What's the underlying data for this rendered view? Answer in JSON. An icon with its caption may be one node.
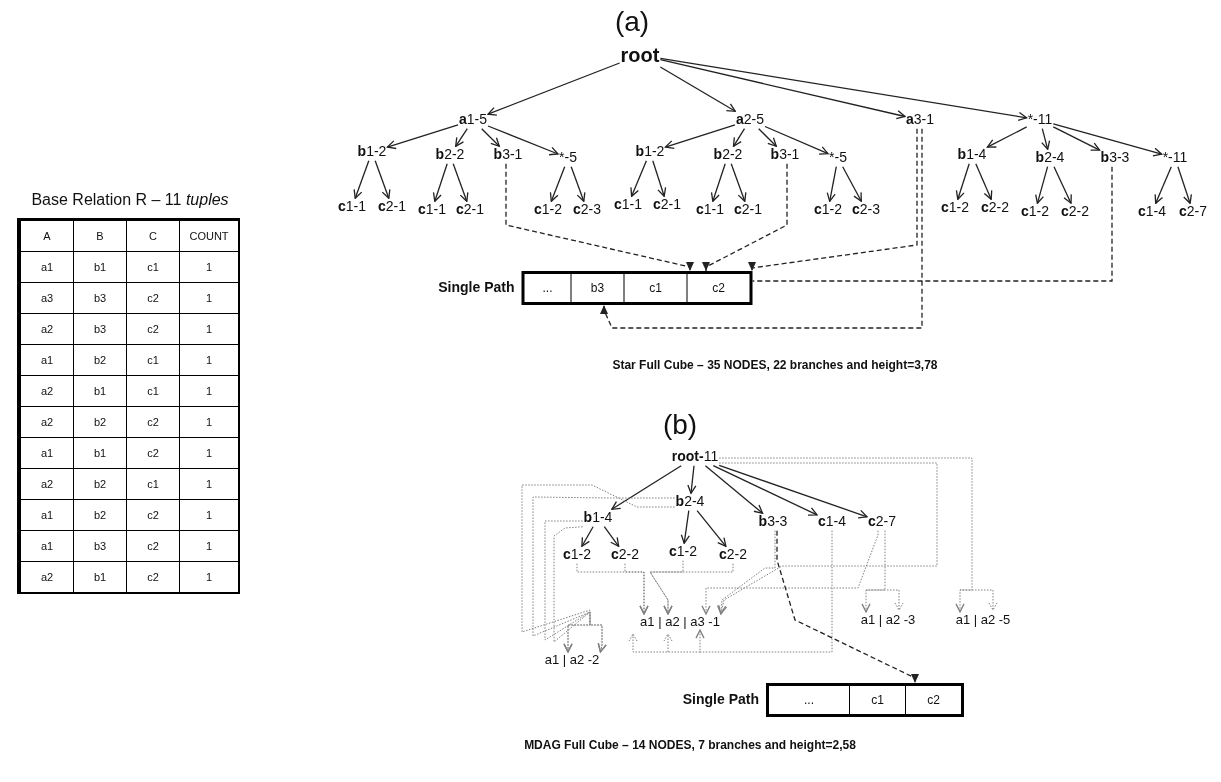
{
  "diagram": {
    "nodes": [
      {
        "text": [
          "root"
        ]
      },
      {
        "text": [
          "**a**1-5"
        ]
      },
      {
        "text": [
          "**b**1-2"
        ]
      },
      {
        "text": [
          "**b**2-2"
        ]
      },
      {
        "text": [
          "**b**3-1"
        ]
      },
      {
        "text": [
          "*-5"
        ]
      },
      {
        "text": [
          "**c**1-1"
        ]
      },
      {
        "text": [
          "**c**2-1"
        ]
      },
      {
        "text": [
          "**c**1-1"
        ]
      },
      {
        "text": [
          "**c**2-1"
        ]
      },
      {
        "text": [
          "**c**1-2"
        ]
      },
      {
        "text": [
          "**c**2-3"
        ]
      },
      {
        "text": [
          "**a**2-5"
        ]
      },
      {
        "text": [
          "**b**1-2"
        ]
      },
      {
        "text": [
          "**b**2-2"
        ]
      },
      {
        "text": [
          "**b**3-1"
        ]
      },
      {
        "text": [
          "*-5"
        ]
      },
      {
        "text": [
          "**c**1-1"
        ]
      },
      {
        "text": [
          "**c**2-1"
        ]
      },
      {
        "text": [
          "**c**1-1"
        ]
      },
      {
        "text": [
          "**c**2-1"
        ]
      },
      {
        "text": [
          "**c**1-2"
        ]
      },
      {
        "text": [
          "**c**2-3"
        ]
      },
      {
        "text": [
          "**a**3-1"
        ]
      },
      {
        "text": [
          "*-11"
        ]
      },
      {
        "text": [
          "**b**1-4"
        ]
      },
      {
        "text": [
          "**b**2-4"
        ]
      },
      {
        "text": [
          "**b**3-3"
        ]
      },
      {
        "text": [
          "*-11"
        ]
      },
      {
        "text": [
          "**c**1-2"
        ]
      },
      {
        "text": [
          "**c**2-2"
        ]
      },
      {
        "text": [
          "**c**1-2"
        ]
      },
      {
        "text": [
          "**c**2-2"
        ]
      },
      {
        "text": [
          "**c**1-4"
        ]
      },
      {
        "text": [
          "**c**2-7"
        ]
      },
      {
        "text": [
          "...",
          "b3",
          "c1",
          "c2"
        ],
        "beside": [
          "Single Path"
        ]
      },
      {
        "text": [
          "**root-**11"
        ]
      },
      {
        "text": [
          "**b**1-4"
        ]
      },
      {
        "text": [
          "**b**2-4"
        ]
      },
      {
        "text": [
          "**b**3-3"
        ]
      },
      {
        "text": [
          "**c**1-4"
        ]
      },
      {
        "text": [
          "**c**2-7"
        ]
      },
      {
        "text": [
          "**c**1-2"
        ]
      },
      {
        "text": [
          "**c**2-2"
        ]
      },
      {
        "text": [
          "**c**1-2"
        ]
      },
      {
        "text": [
          "**c**2-2"
        ]
      },
      {
        "text": [
          "a1 | a2 | a3 -1"
        ]
      },
      {
        "text": [
          "a1 | a2 -3"
        ]
      },
      {
        "text": [
          "a1 | a2 -5"
        ]
      },
      {
        "text": [
          "a1 | a2 -2"
        ]
      },
      {
        "text": [
          "...",
          "c1",
          "c2"
        ],
        "beside": [
          "Single Path"
        ]
      }
    ],
    "edges": [
      {
        "from": 0,
        "to": 1,
        "arrow": "to"
      },
      {
        "from": 0,
        "to": 12,
        "arrow": "to"
      },
      {
        "from": 0,
        "to": 23,
        "arrow": "to"
      },
      {
        "from": 0,
        "to": 24,
        "arrow": "to"
      },
      {
        "from": 1,
        "to": 2,
        "arrow": "to"
      },
      {
        "from": 1,
        "to": 3,
        "arrow": "to"
      },
      {
        "from": 1,
        "to": 4,
        "arrow": "to"
      },
      {
        "from": 1,
        "to": 5,
        "arrow": "to"
      },
      {
        "from": 2,
        "to": 6,
        "arrow": "to"
      },
      {
        "from": 2,
        "to": 7,
        "arrow": "to"
      },
      {
        "from": 3,
        "to": 8,
        "arrow": "to"
      },
      {
        "from": 3,
        "to": 9,
        "arrow": "to"
      },
      {
        "from": 5,
        "to": 10,
        "arrow": "to"
      },
      {
        "from": 5,
        "to": 11,
        "arrow": "to"
      },
      {
        "from": 12,
        "to": 13,
        "arrow": "to"
      },
      {
        "from": 12,
        "to": 14,
        "arrow": "to"
      },
      {
        "from": 12,
        "to": 15,
        "arrow": "to"
      },
      {
        "from": 12,
        "to": 16,
        "arrow": "to"
      },
      {
        "from": 13,
        "to": 17,
        "arrow": "to"
      },
      {
        "from": 13,
        "to": 18,
        "arrow": "to"
      },
      {
        "from": 14,
        "to": 19,
        "arrow": "to"
      },
      {
        "from": 14,
        "to": 20,
        "arrow": "to"
      },
      {
        "from": 16,
        "to": 21,
        "arrow": "to"
      },
      {
        "from": 16,
        "to": 22,
        "arrow": "to"
      },
      {
        "from": 24,
        "to": 25,
        "arrow": "to"
      },
      {
        "from": 24,
        "to": 26,
        "arrow": "to"
      },
      {
        "from": 24,
        "to": 27,
        "arrow": "to"
      },
      {
        "from": 24,
        "to": 28,
        "arrow": "to"
      },
      {
        "from": 25,
        "to": 29,
        "arrow": "to"
      },
      {
        "from": 25,
        "to": 30,
        "arrow": "to"
      },
      {
        "from": 26,
        "to": 31,
        "arrow": "to"
      },
      {
        "from": 26,
        "to": 32,
        "arrow": "to"
      },
      {
        "from": 28,
        "to": 33,
        "arrow": "to"
      },
      {
        "from": 28,
        "to": 34,
        "arrow": "to"
      },
      {
        "from": 4,
        "to": 35,
        "arrow": "to",
        "style": "dashed"
      },
      {
        "from": 15,
        "to": 35,
        "arrow": "to",
        "style": "dashed"
      },
      {
        "from": 23,
        "to": 35,
        "arrow": "to",
        "style": "dashed"
      },
      {
        "from": 23,
        "to": 35,
        "arrow": "to",
        "style": "dashed"
      },
      {
        "from": 27,
        "to": 35,
        "arrow": "to",
        "style": "dashed"
      },
      {
        "from": 36,
        "to": 37,
        "arrow": "to"
      },
      {
        "from": 36,
        "to": 38,
        "arrow": "to"
      },
      {
        "from": 36,
        "to": 39,
        "arrow": "to"
      },
      {
        "from": 36,
        "to": 40,
        "arrow": "to"
      },
      {
        "from": 36,
        "to": 41,
        "arrow": "to"
      },
      {
        "from": 37,
        "to": 42,
        "arrow": "to"
      },
      {
        "from": 37,
        "to": 43,
        "arrow": "to"
      },
      {
        "from": 38,
        "to": 44,
        "arrow": "to"
      },
      {
        "from": 38,
        "to": 45,
        "arrow": "to"
      },
      {
        "from": 42,
        "to": 46,
        "arrow": "to",
        "style": "dashed",
        "color": "#808080"
      },
      {
        "from": 43,
        "to": 46,
        "arrow": "to",
        "style": "dashed",
        "color": "#808080"
      },
      {
        "from": 44,
        "to": 46,
        "arrow": "to",
        "style": "dashed",
        "color": "#808080"
      },
      {
        "from": 45,
        "to": 46,
        "arrow": "to",
        "style": "dashed",
        "color": "#808080"
      },
      {
        "from": 39,
        "to": 46,
        "arrow": "to",
        "style": "dashed",
        "color": "#808080"
      },
      {
        "from": 41,
        "to": 46,
        "arrow": "to",
        "style": "dashed",
        "color": "#808080"
      },
      {
        "from": 40,
        "to": 46,
        "arrow": "to",
        "style": "dashed",
        "color": "#808080"
      },
      {
        "from": 36,
        "to": 46,
        "arrow": "to",
        "style": "dashed",
        "color": "#808080"
      },
      {
        "from": 41,
        "to": 47,
        "arrow": "to",
        "style": "dashed",
        "color": "#808080"
      },
      {
        "from": 36,
        "to": 48,
        "arrow": "to",
        "style": "dashed",
        "color": "#808080"
      },
      {
        "from": 38,
        "to": 49,
        "arrow": "to",
        "style": "dashed",
        "color": "#808080"
      },
      {
        "from": 38,
        "to": 49,
        "arrow": "to",
        "style": "dashed",
        "color": "#808080"
      },
      {
        "from": 37,
        "to": 49,
        "arrow": "to",
        "style": "dashed",
        "color": "#808080"
      },
      {
        "from": 37,
        "to": 49,
        "arrow": "to",
        "style": "dashed",
        "color": "#808080"
      },
      {
        "from": 39,
        "to": 50,
        "arrow": "to",
        "style": "dashed"
      }
    ],
    "labels": [
      "(a)",
      "Base Relation R – 11 *tuples*",
      "A",
      "B",
      "C",
      "COUNT",
      "a1",
      "b1",
      "c1",
      "1",
      "a3",
      "b3",
      "c2",
      "1",
      "a2",
      "b3",
      "c2",
      "1",
      "a1",
      "b2",
      "c1",
      "1",
      "a2",
      "b1",
      "c1",
      "1",
      "a2",
      "b2",
      "c2",
      "1",
      "a1",
      "b1",
      "c2",
      "1",
      "a2",
      "b2",
      "c1",
      "1",
      "a1",
      "b2",
      "c2",
      "1",
      "a1",
      "b3",
      "c2",
      "1",
      "a2",
      "b1",
      "c2",
      "1",
      "Star Full Cube – 35 NODES, 22 branches and height=3,78",
      "(b)",
      "MDAG Full Cube – 14 NODES, 7 branches and height=2,58"
    ]
  }
}
